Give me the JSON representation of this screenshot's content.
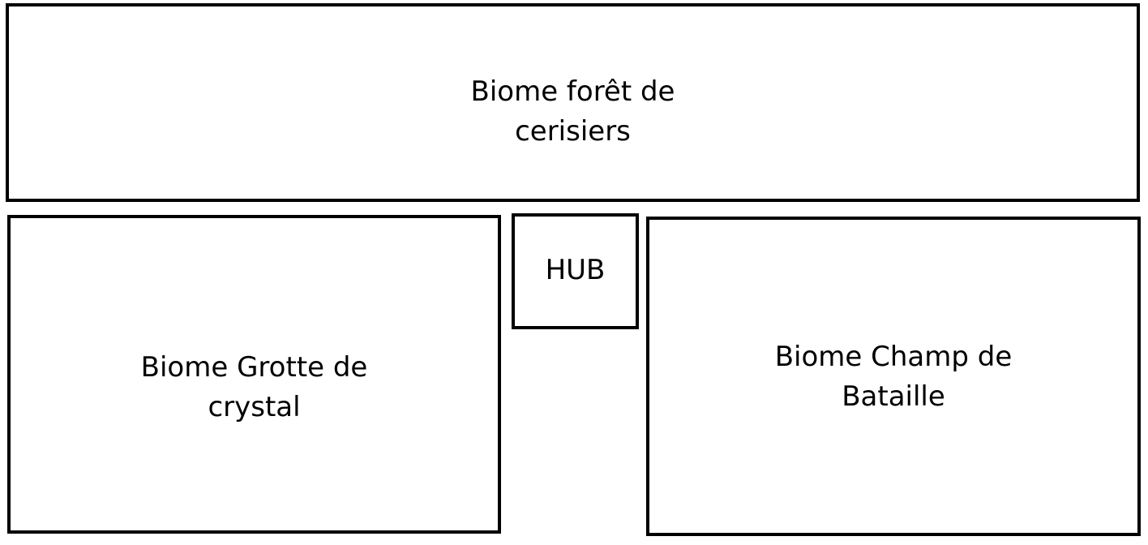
{
  "zones": {
    "foret": {
      "line1": "Biome forêt de",
      "line2": "cerisiers"
    },
    "grotte": {
      "line1": "Biome Grotte de",
      "line2": "crystal"
    },
    "hub": {
      "line1": "HUB"
    },
    "champ": {
      "line1": "Biome Champ de",
      "line2": "Bataille"
    }
  },
  "colors": {
    "stroke": "#000000",
    "fill": "#ffffff",
    "text": "#000000"
  }
}
